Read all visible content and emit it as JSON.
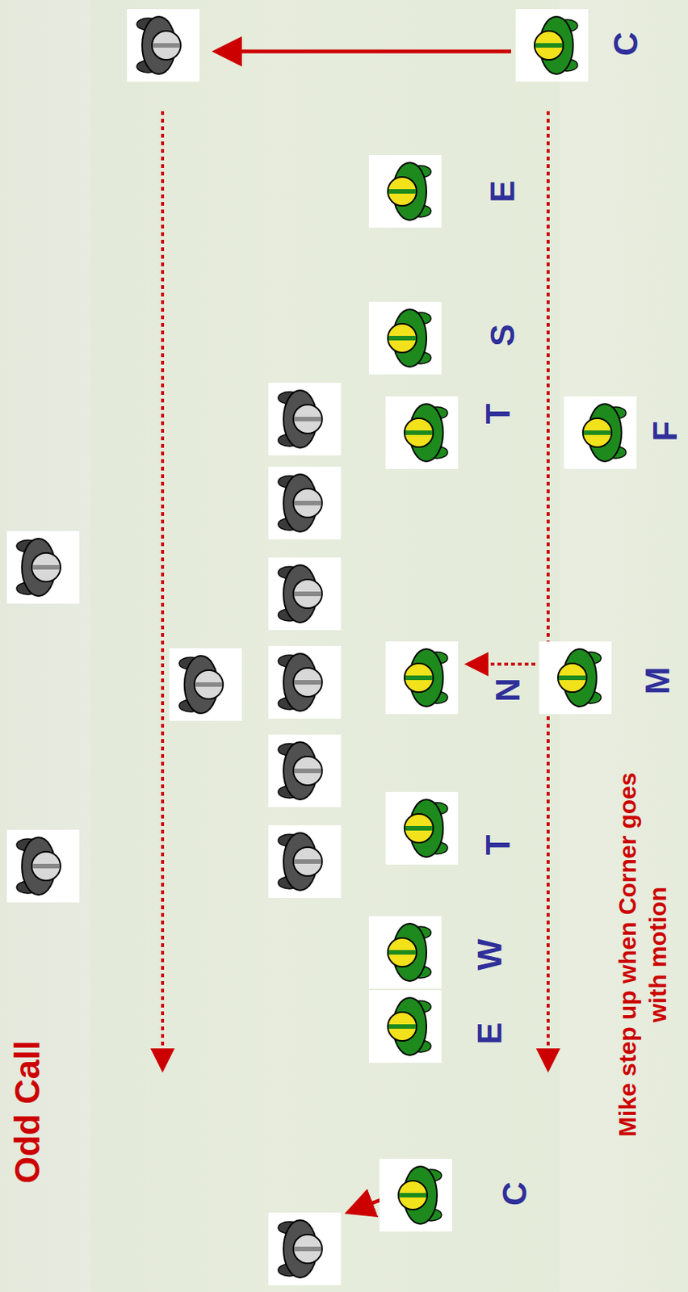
{
  "diagram": {
    "title": "Odd Call",
    "labels": [
      "C",
      "E",
      "S",
      "T",
      "F",
      "N",
      "M",
      "T",
      "W",
      "E",
      "C",
      "Mike step up when Corner goes with motion"
    ]
  }
}
